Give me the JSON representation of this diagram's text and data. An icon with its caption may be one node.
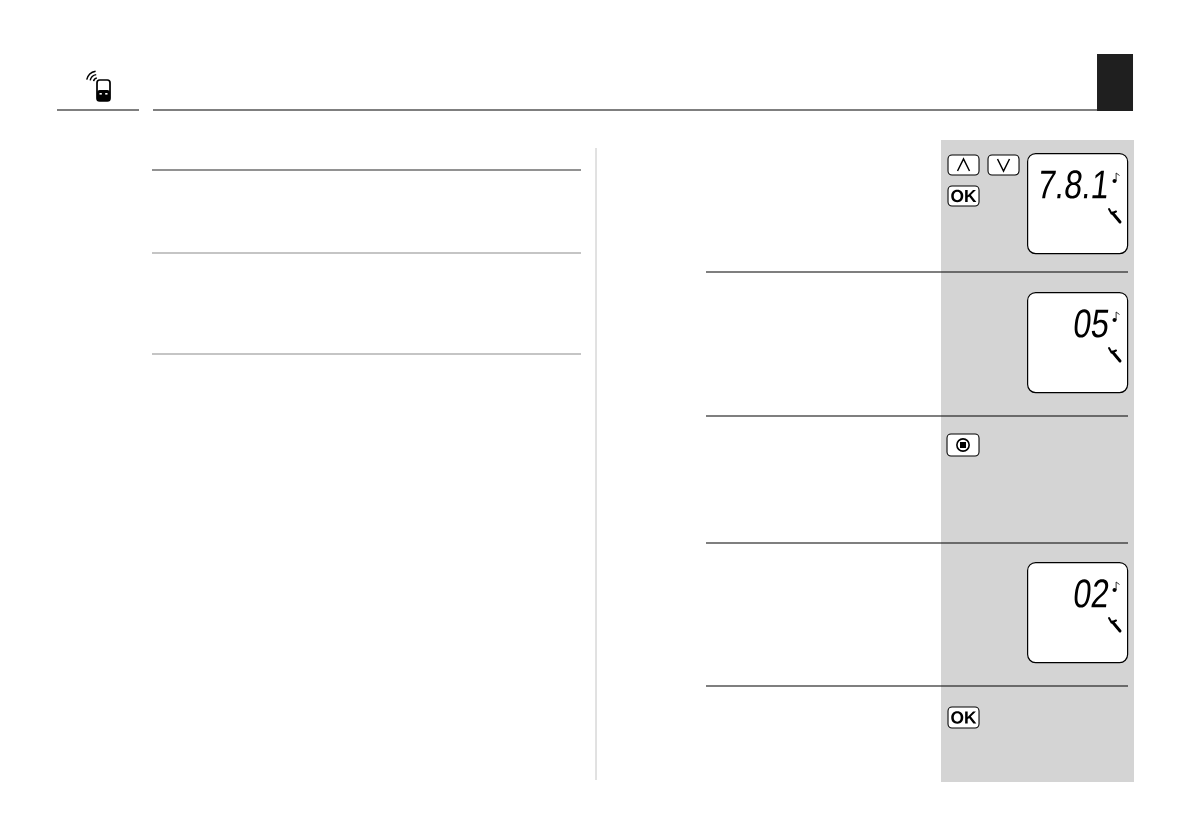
{
  "diagram": {
    "nodes": [
      {
        "text": [],
        "shape": "box"
      },
      {
        "text": [],
        "shape": "box"
      },
      {
        "text": [
          "7.8.1"
        ]
      },
      {
        "text": [
          "OK"
        ]
      },
      {
        "text": [
          "05"
        ]
      },
      {
        "text": [],
        "shape": "box"
      },
      {
        "text": [
          "02"
        ]
      },
      {
        "text": [
          "OK"
        ]
      }
    ]
  }
}
